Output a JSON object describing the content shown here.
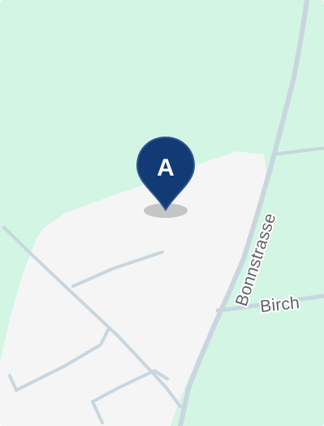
{
  "map": {
    "colors": {
      "park": "#d3f5e3",
      "land": "#f5f5f5",
      "road": "#c8d6df",
      "label_text": "#5f6368",
      "label_halo": "#ffffff",
      "marker_fill": "#123a74",
      "marker_stroke": "#2c5591",
      "marker_text": "#ffffff",
      "marker_shadow": "#9c9c9c"
    },
    "roads": {
      "main": "Bonnstrasse",
      "side": "Birch"
    },
    "marker": {
      "label": "A",
      "icon": "map-pin-icon"
    }
  }
}
